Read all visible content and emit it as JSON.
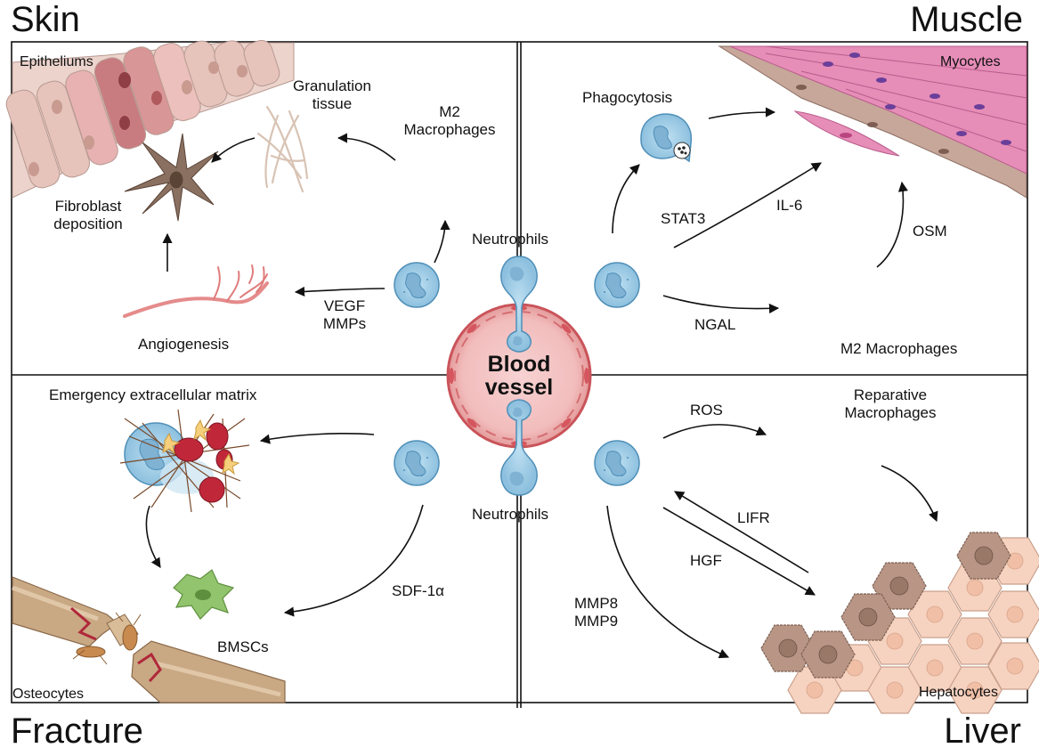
{
  "corners": {
    "skin": "Skin",
    "muscle": "Muscle",
    "fracture": "Fracture",
    "liver": "Liver"
  },
  "center": {
    "vessel": "Blood\nvessel",
    "neutrophils_top": "Neutrophils",
    "neutrophils_bottom": "Neutrophils"
  },
  "skin_panel": {
    "epitheliums": "Epitheliums",
    "granulation": "Granulation\ntissue",
    "m2": "M2\nMacrophages",
    "fibroblast": "Fibroblast\ndeposition",
    "vegf": "VEGF\nMMPs",
    "angiogenesis": "Angiogenesis"
  },
  "muscle_panel": {
    "phagocytosis": "Phagocytosis",
    "myocytes": "Myocytes",
    "stat3": "STAT3",
    "il6": "IL-6",
    "osm": "OSM",
    "ngal": "NGAL",
    "m2": "M2 Macrophages"
  },
  "fracture_panel": {
    "ecm": "Emergency extracellular matrix",
    "sdf": "SDF-1α",
    "bmscs": "BMSCs",
    "osteocytes": "Osteocytes"
  },
  "liver_panel": {
    "ros": "ROS",
    "reparative": "Reparative\nMacrophages",
    "lifr": "LIFR",
    "hgf": "HGF",
    "mmp": "MMP8\nMMP9",
    "hepatocytes": "Hepatocytes"
  },
  "colors": {
    "neutrophil": "#9ccbe6",
    "neutrophil_edge": "#4f8fb8",
    "macrophage": "#b9b2e0",
    "vessel": "#f0b7b7",
    "vessel_edge": "#c9545a",
    "myocyte": "#e79ac0",
    "fibroblast": "#8a7060",
    "hepatocyte": "#f6d3c0",
    "bmsc": "#92c46d",
    "bone": "#c9a884"
  }
}
